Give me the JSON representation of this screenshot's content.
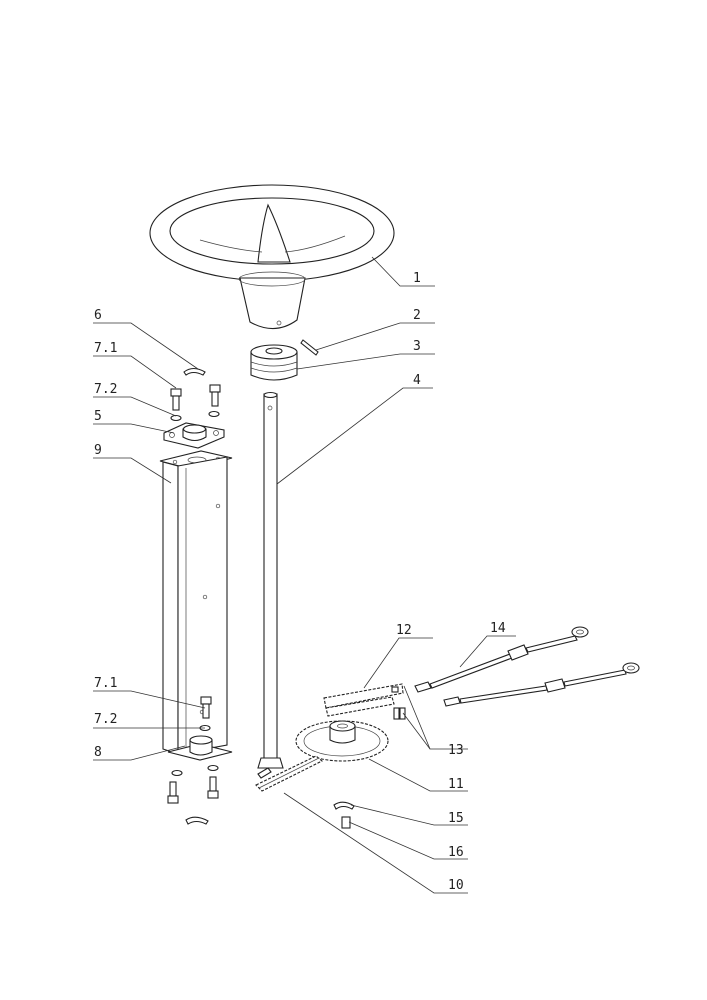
{
  "labels": {
    "l1": "1",
    "l2": "2",
    "l3": "3",
    "l4": "4",
    "l5": "5",
    "l6": "6",
    "l7_1_top": "7.1",
    "l7_2_top": "7.2",
    "l7_1_bot": "7.1",
    "l7_2_bot": "7.2",
    "l8": "8",
    "l9": "9",
    "l10": "10",
    "l11": "11",
    "l12": "12",
    "l13": "13",
    "l14": "14",
    "l15": "15",
    "l16": "16"
  }
}
